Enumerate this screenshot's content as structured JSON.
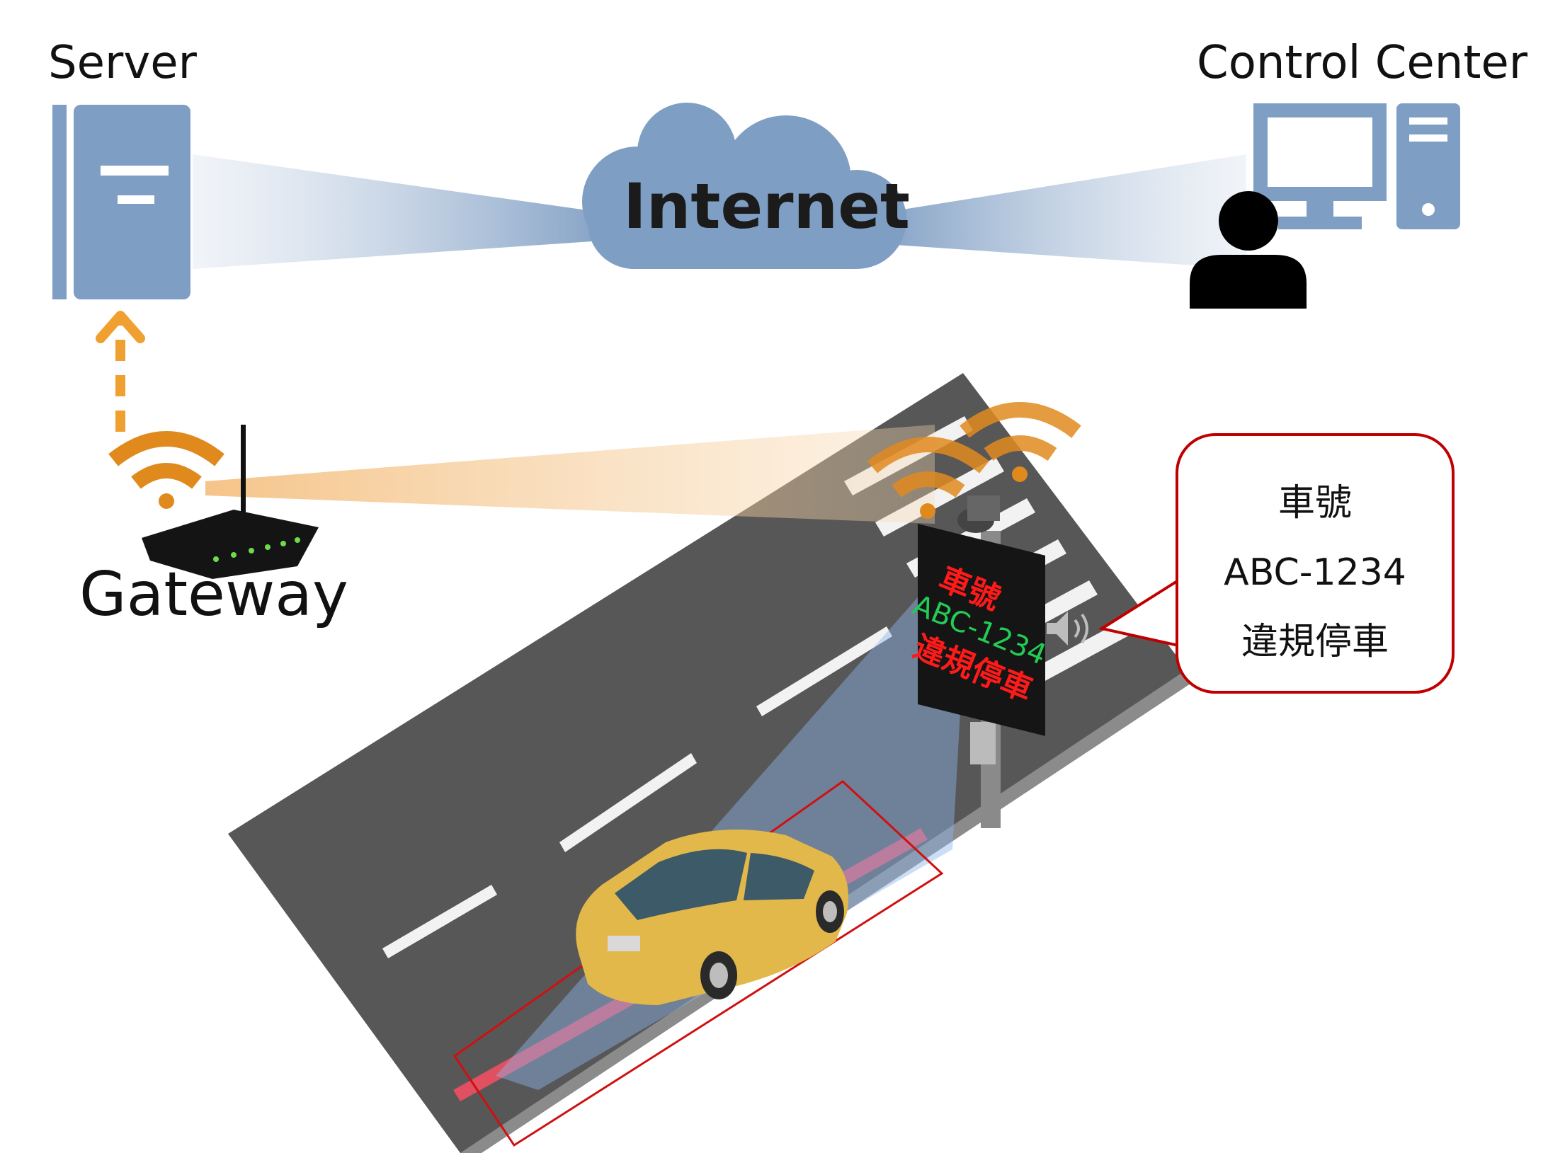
{
  "labels": {
    "server": "Server",
    "control_center": "Control Center",
    "internet": "Internet",
    "gateway": "Gateway"
  },
  "speech_bubble": {
    "line1": "車號",
    "line2": "ABC-1234",
    "line3": "違規停車"
  },
  "led_sign": {
    "line1": "車號",
    "line2": "ABC-1234",
    "line3": "違規停車"
  },
  "icons": [
    "server-icon",
    "cloud-icon",
    "computer-icon",
    "person-icon",
    "router-icon",
    "wifi-icon",
    "camera-icon",
    "speaker-icon",
    "car-icon"
  ],
  "colors": {
    "device_blue": "#7f9ec3",
    "wifi_orange": "#e08a1e",
    "arrow_orange": "#f0a030",
    "road": "#575757",
    "car": "#e3b84a",
    "violation_zone": "#d01010",
    "sign_red": "#ff1a1a",
    "sign_green": "#22cc55"
  }
}
